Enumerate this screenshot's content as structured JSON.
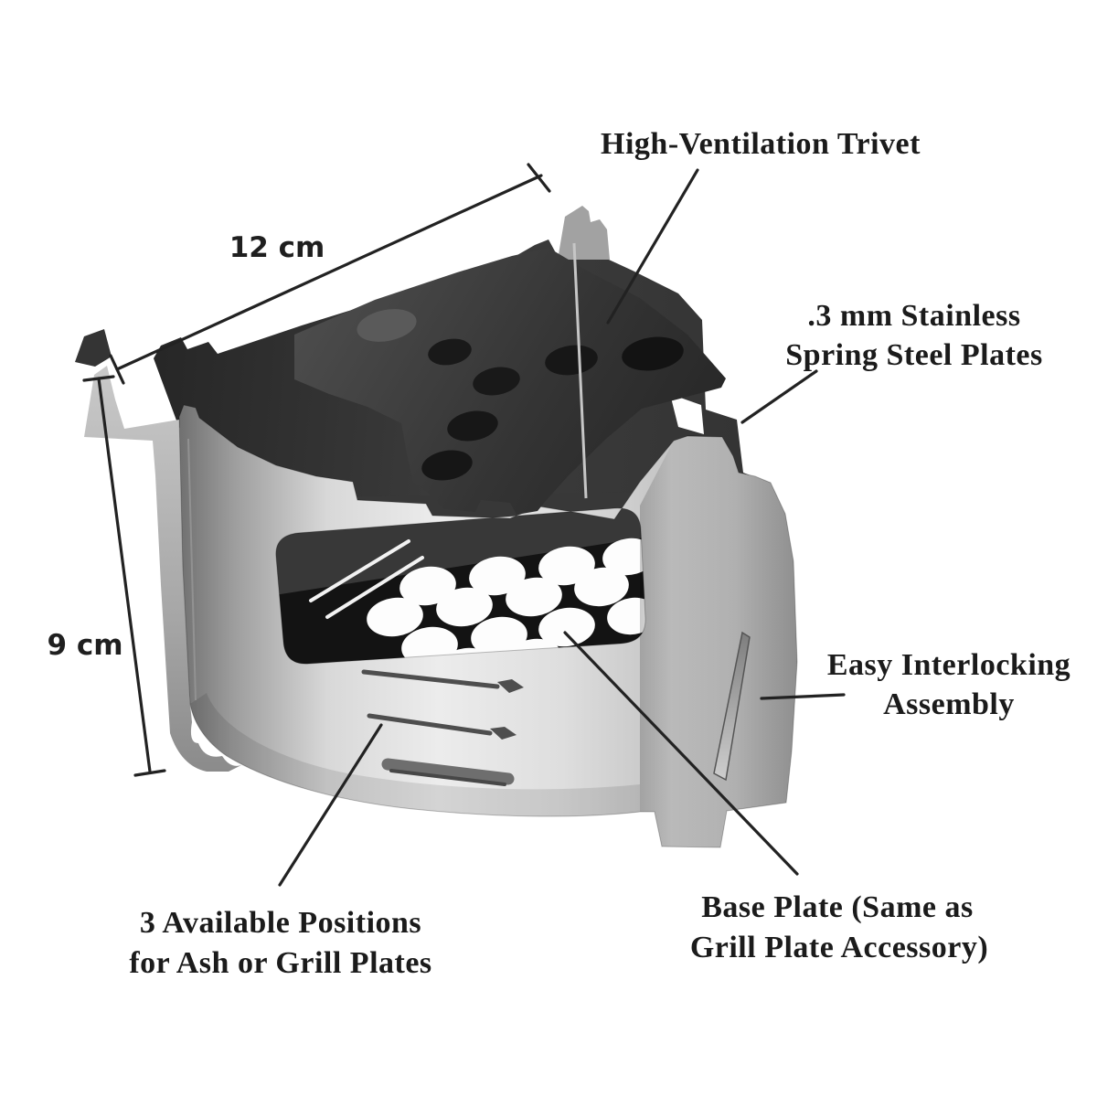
{
  "figure": {
    "kind": "annotated product diagram",
    "subject": "triangular folding camp wood stove",
    "background": "#ffffff"
  },
  "dimension_labels": {
    "width": "12 cm",
    "height": "9 cm"
  },
  "callouts": {
    "trivet": "High-Ventilation Trivet",
    "plates_line1": ".3 mm Stainless",
    "plates_line2": "Spring Steel Plates",
    "assembly_line1": "Easy Interlocking",
    "assembly_line2": "Assembly",
    "base_line1": "Base Plate (Same as",
    "base_line2": "Grill Plate Accessory)",
    "positions_line1": "3 Available Positions",
    "positions_line2": "for Ash or Grill Plates"
  },
  "colors": {
    "text": "#1b1b1b",
    "leader_line": "#222222",
    "dark_plate": "#383838",
    "base_plate": "#131313",
    "base_plate_hole": "#fdfdfd",
    "steel_light": "#ebebeb",
    "steel_shadow": "#6f6f6f",
    "trivet_hole": "#171717",
    "trivet_gray_hole": "#5a5a5a"
  }
}
